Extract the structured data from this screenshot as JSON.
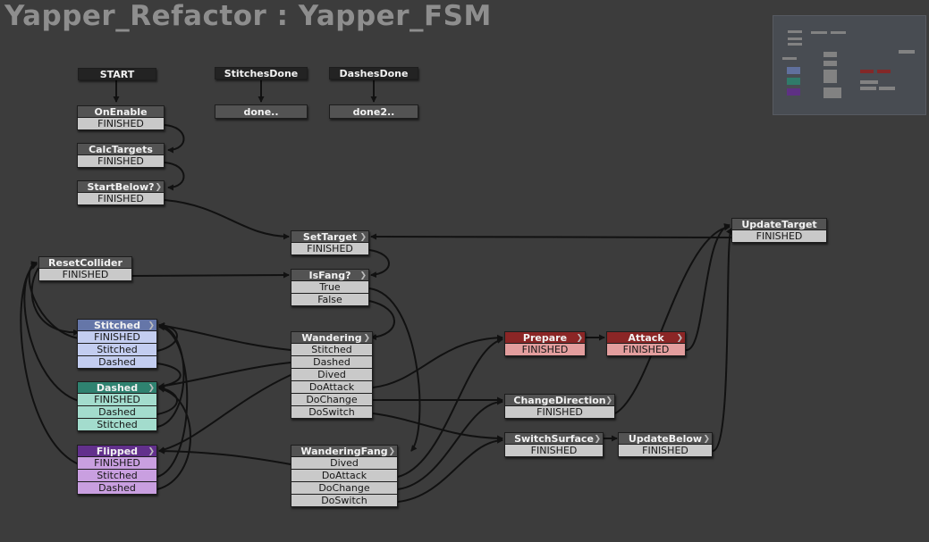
{
  "title": "Yapper_Refactor : Yapper_FSM",
  "nodes": {
    "start": {
      "label": "START"
    },
    "stitches_done": {
      "label": "StitchesDone"
    },
    "dashes_done": {
      "label": "DashesDone"
    },
    "done": {
      "label": "done.."
    },
    "done2": {
      "label": "done2.."
    },
    "on_enable": {
      "label": "OnEnable",
      "events": [
        "FINISHED"
      ]
    },
    "calc_targets": {
      "label": "CalcTargets",
      "events": [
        "FINISHED"
      ]
    },
    "start_below": {
      "label": "StartBelow?",
      "events": [
        "FINISHED"
      ]
    },
    "set_target": {
      "label": "SetTarget",
      "events": [
        "FINISHED"
      ]
    },
    "update_target": {
      "label": "UpdateTarget",
      "events": [
        "FINISHED"
      ]
    },
    "reset_collider": {
      "label": "ResetCollider",
      "events": [
        "FINISHED"
      ]
    },
    "is_fang": {
      "label": "IsFang?",
      "events": [
        "True",
        "False"
      ]
    },
    "stitched": {
      "label": "Stitched",
      "events": [
        "FINISHED",
        "Stitched",
        "Dashed"
      ]
    },
    "dashed": {
      "label": "Dashed",
      "events": [
        "FINISHED",
        "Dashed",
        "Stitched"
      ]
    },
    "flipped": {
      "label": "Flipped",
      "events": [
        "FINISHED",
        "Stitched",
        "Dashed"
      ]
    },
    "wandering": {
      "label": "Wandering",
      "events": [
        "Stitched",
        "Dashed",
        "Dived",
        "DoAttack",
        "DoChange",
        "DoSwitch"
      ]
    },
    "wandering_fang": {
      "label": "WanderingFang",
      "events": [
        "Dived",
        "DoAttack",
        "DoChange",
        "DoSwitch"
      ]
    },
    "prepare": {
      "label": "Prepare",
      "events": [
        "FINISHED"
      ]
    },
    "attack": {
      "label": "Attack",
      "events": [
        "FINISHED"
      ]
    },
    "change_direction": {
      "label": "ChangeDirection",
      "events": [
        "FINISHED"
      ]
    },
    "switch_surface": {
      "label": "SwitchSurface",
      "events": [
        "FINISHED"
      ]
    },
    "update_below": {
      "label": "UpdateBelow",
      "events": [
        "FINISHED"
      ]
    }
  },
  "colors": {
    "background": "#3c3c3c",
    "wire": "#111111",
    "stitched": "#6576a8",
    "dashed": "#2f8270",
    "flipped": "#62308c",
    "prepare": "#8b2626",
    "attack": "#8b2626"
  },
  "icons": {
    "transition_arrow": "double-chevron-right-icon"
  }
}
